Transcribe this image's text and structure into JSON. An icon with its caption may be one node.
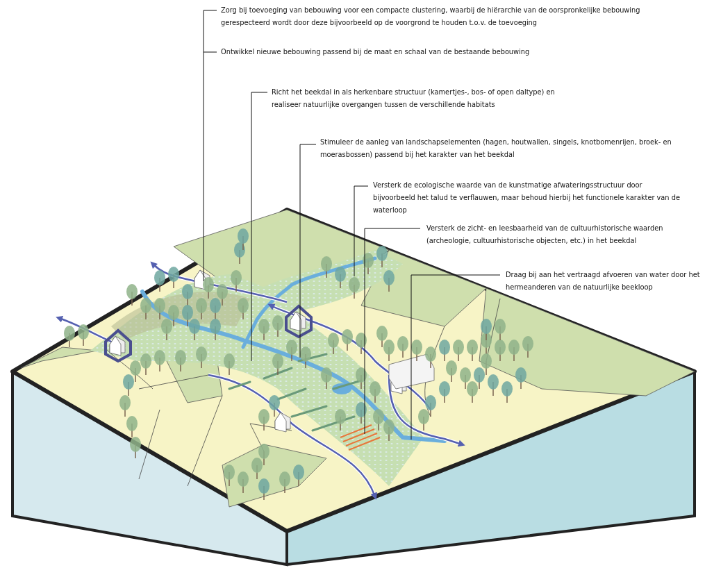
{
  "diagram": {
    "nodes": [
      {
        "text": [
          "Zorg bij toevoeging van bebouwing voor een compacte clustering, waarbij de hiërarchie van de oorspronkelijke bebouwing gerespecteerd wordt door deze bijvoorbeeld op de voorgrond te houden t.o.v. de toevoeging"
        ]
      },
      {
        "text": [
          "Ontwikkel nieuwe bebouwing passend bij de maat en schaal van de bestaande bebouwing"
        ]
      },
      {
        "text": [
          "Richt het beekdal in als herkenbare structuur (kamertjes-, bos- of open daltype) en realiseer natuurlijke overgangen tussen de verschillende habitats"
        ]
      },
      {
        "text": [
          "Stimuleer de aanleg van landschapselementen (hagen, houtwallen, singels, knotbomenrijen, broek- en moerasbossen) passend bij het karakter van het beekdal"
        ]
      },
      {
        "text": [
          "Versterk de ecologische waarde van de kunstmatige afwateringsstructuur door bijvoorbeeld het talud te verflauwen, maar behoud hierbij het functionele karakter van de waterloop"
        ]
      },
      {
        "text": [
          "Versterk de zicht- en leesbaarheid van de cultuurhistorische waarden (archeologie, cultuurhistorische objecten, etc.) in het beekdal"
        ]
      },
      {
        "text": [
          "Draag bij aan het vertraagd afvoeren van water door het hermeanderen van de natuurlijke beekloop"
        ]
      }
    ],
    "edges": [
      {
        "from": 0,
        "to": null,
        "arrow": "none"
      },
      {
        "from": 1,
        "to": null,
        "arrow": "none"
      },
      {
        "from": 2,
        "to": null,
        "arrow": "none"
      },
      {
        "from": 3,
        "to": null,
        "arrow": "none"
      },
      {
        "from": 4,
        "to": null,
        "arrow": "none"
      },
      {
        "from": 5,
        "to": null,
        "arrow": "none"
      },
      {
        "from": 6,
        "to": null,
        "arrow": "none"
      }
    ]
  }
}
